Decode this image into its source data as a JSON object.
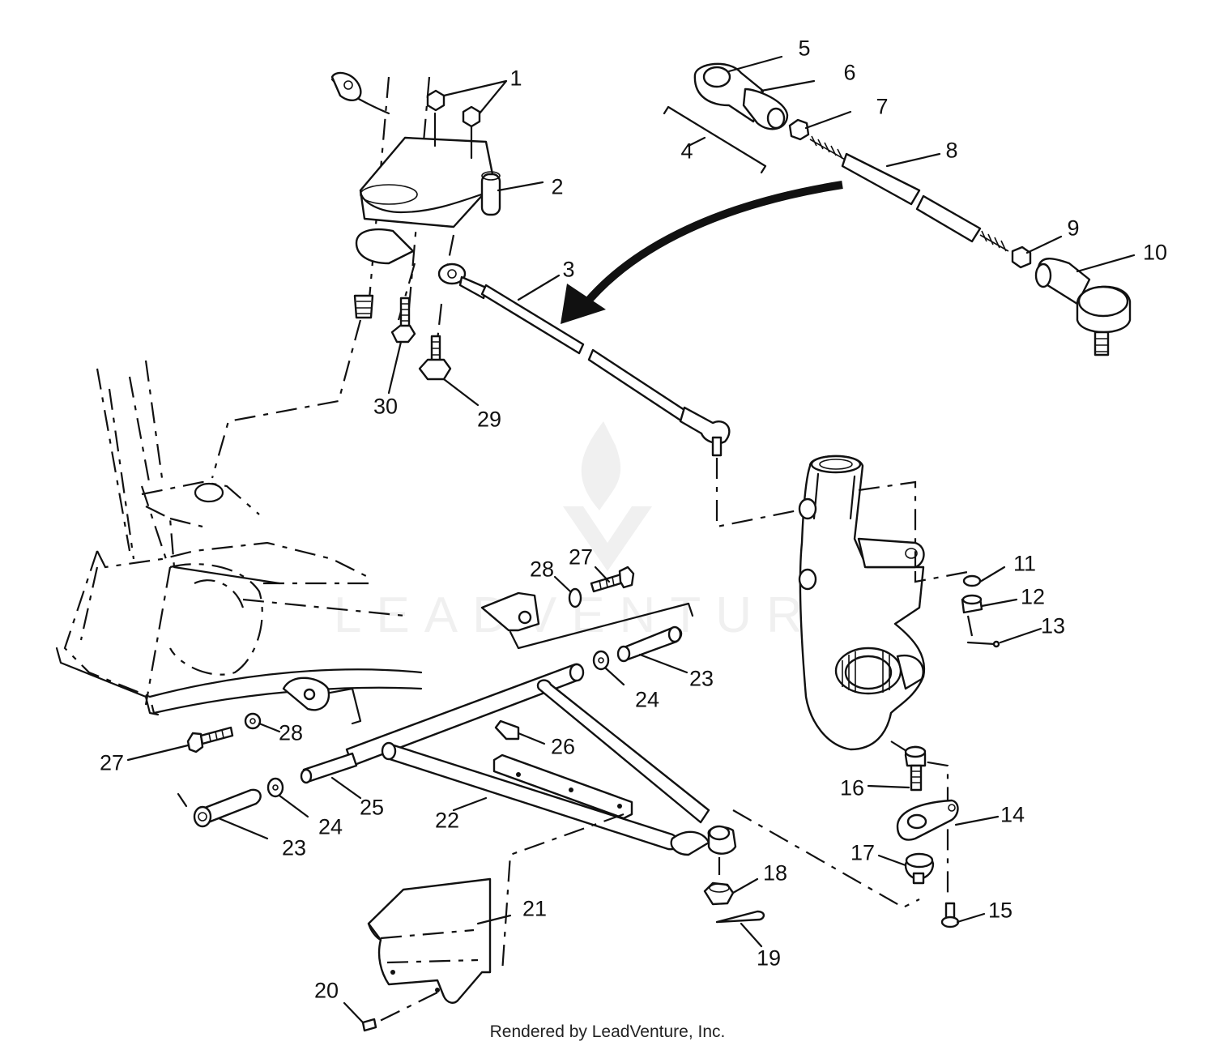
{
  "footer": {
    "credit": "Rendered by LeadVenture, Inc."
  },
  "watermark": {
    "logo": "LEADVENTURE"
  },
  "callouts": [
    {
      "id": "1",
      "label": "1"
    },
    {
      "id": "2",
      "label": "2"
    },
    {
      "id": "3",
      "label": "3"
    },
    {
      "id": "4",
      "label": "4"
    },
    {
      "id": "5",
      "label": "5"
    },
    {
      "id": "6",
      "label": "6"
    },
    {
      "id": "7",
      "label": "7"
    },
    {
      "id": "8",
      "label": "8"
    },
    {
      "id": "9",
      "label": "9"
    },
    {
      "id": "10",
      "label": "10"
    },
    {
      "id": "11",
      "label": "11"
    },
    {
      "id": "12",
      "label": "12"
    },
    {
      "id": "13",
      "label": "13"
    },
    {
      "id": "14",
      "label": "14"
    },
    {
      "id": "15",
      "label": "15"
    },
    {
      "id": "16",
      "label": "16"
    },
    {
      "id": "17",
      "label": "17"
    },
    {
      "id": "18",
      "label": "18"
    },
    {
      "id": "19",
      "label": "19"
    },
    {
      "id": "20",
      "label": "20"
    },
    {
      "id": "21",
      "label": "21"
    },
    {
      "id": "22",
      "label": "22"
    },
    {
      "id": "23a",
      "label": "23"
    },
    {
      "id": "23b",
      "label": "23"
    },
    {
      "id": "24a",
      "label": "24"
    },
    {
      "id": "24b",
      "label": "24"
    },
    {
      "id": "25",
      "label": "25"
    },
    {
      "id": "26",
      "label": "26"
    },
    {
      "id": "27a",
      "label": "27"
    },
    {
      "id": "27b",
      "label": "27"
    },
    {
      "id": "28a",
      "label": "28"
    },
    {
      "id": "28b",
      "label": "28"
    },
    {
      "id": "29",
      "label": "29"
    },
    {
      "id": "30",
      "label": "30"
    }
  ]
}
